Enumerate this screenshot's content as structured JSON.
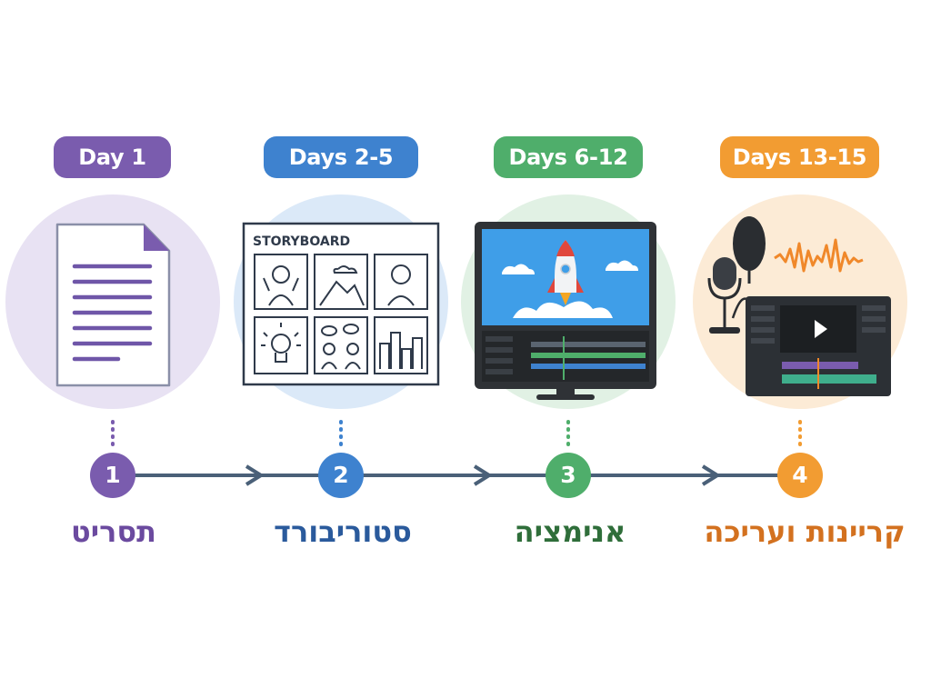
{
  "steps": [
    {
      "badge": "Day 1",
      "number": "1",
      "label": "תסריט",
      "color": "#7a5cae",
      "tint": "#e8e2f3",
      "icon": "document-icon"
    },
    {
      "badge": "Days 2-5",
      "number": "2",
      "label": "סטוריבורד",
      "color": "#3e82cf",
      "tint": "#dbe9f8",
      "icon": "storyboard-icon"
    },
    {
      "badge": "Days 6-12",
      "number": "3",
      "label": "אנימציה",
      "color": "#4fae6b",
      "tint": "#e1f1e4",
      "icon": "monitor-icon"
    },
    {
      "badge": "Days 13-15",
      "number": "4",
      "label": "קריינות ועריכה",
      "color": "#f29c32",
      "tint": "#fcebd6",
      "icon": "audio-editing-icon"
    }
  ],
  "storyboard_title": "STORYBOARD",
  "colors": {
    "line": "#4a6078",
    "label_1": "#6b4a9f",
    "label_2": "#2a5a9c",
    "label_3": "#2f6e3a",
    "label_4": "#d3711f"
  }
}
